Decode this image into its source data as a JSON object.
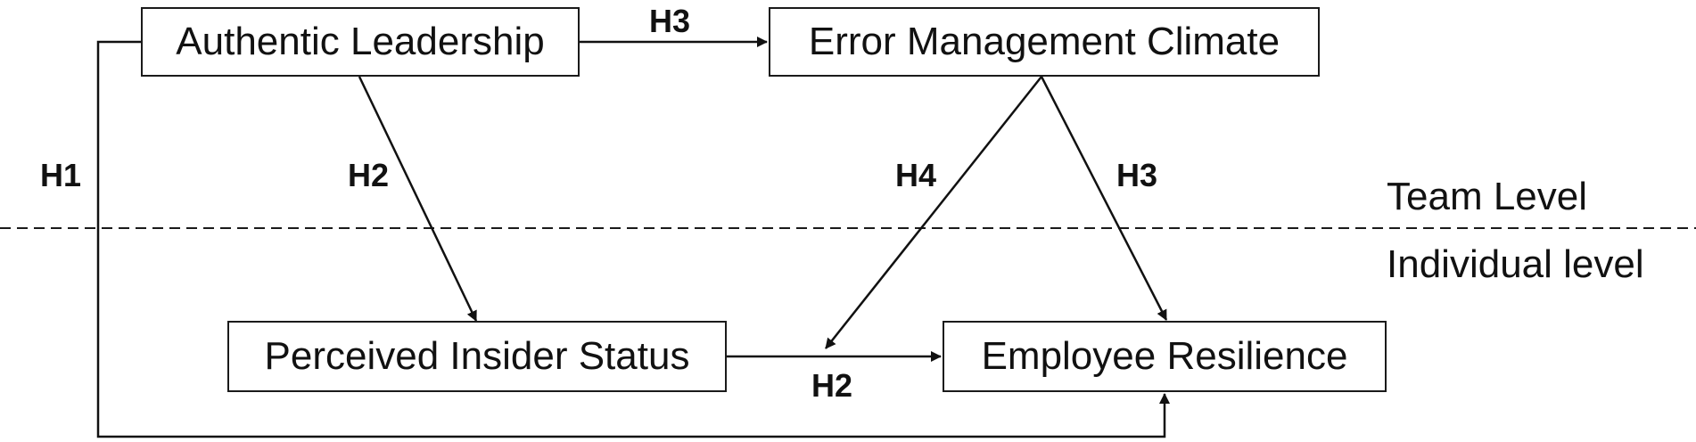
{
  "nodes": {
    "authentic_leadership": "Authentic Leadership",
    "error_management_climate": "Error Management Climate",
    "perceived_insider_status": "Perceived Insider Status",
    "employee_resilience": "Employee Resilience"
  },
  "hypotheses": {
    "h1": "H1",
    "h2_top": "H2",
    "h3_top": "H3",
    "h4": "H4",
    "h3_right": "H3",
    "h2_bottom": "H2"
  },
  "levels": {
    "team": "Team Level",
    "individual": "Individual level"
  }
}
